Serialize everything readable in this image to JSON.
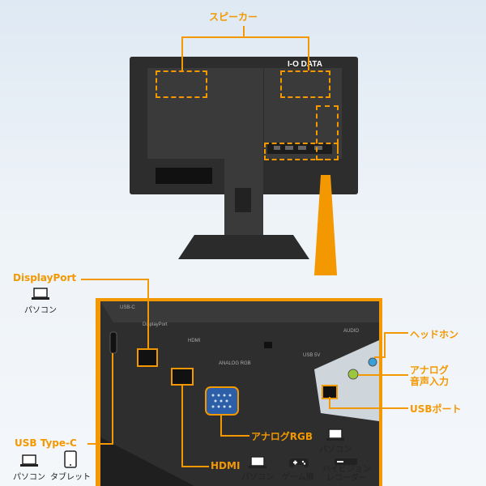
{
  "brand": {
    "logo": "I-O DATA"
  },
  "callouts": {
    "speaker": "スピーカー",
    "displayport": "DisplayPort",
    "displayport_device": "パソコン",
    "headphone": "ヘッドホン",
    "analog_audio_line1": "アナログ",
    "analog_audio_line2": "音声入力",
    "usb_port": "USBポート",
    "analog_rgb": "アナログRGB",
    "analog_rgb_device": "パソコン",
    "usb_type_c": "USB Type-C",
    "usb_type_c_device_1": "パソコン",
    "usb_type_c_device_2": "タブレット",
    "hdmi": "HDMI",
    "hdmi_device_1": "パソコン",
    "hdmi_device_2": "ゲーム機",
    "hdmi_device_3_line1": "ハイビジョン",
    "hdmi_device_3_line2": "レコーダー"
  },
  "panel_markings": {
    "usb_c": "USB-C",
    "displayport": "DisplayPort",
    "hdmi": "HDMI",
    "analog_rgb": "ANALOG RGB",
    "usb": "USB 5V",
    "audio": "AUDIO"
  },
  "colors": {
    "accent": "#f39800",
    "monitor": "#2a2a2a",
    "headphone_jack": "#3aa0d8",
    "audio_jack": "#9cc63c"
  },
  "icons": [
    "laptop-icon",
    "tablet-icon",
    "gamepad-icon",
    "recorder-icon"
  ]
}
